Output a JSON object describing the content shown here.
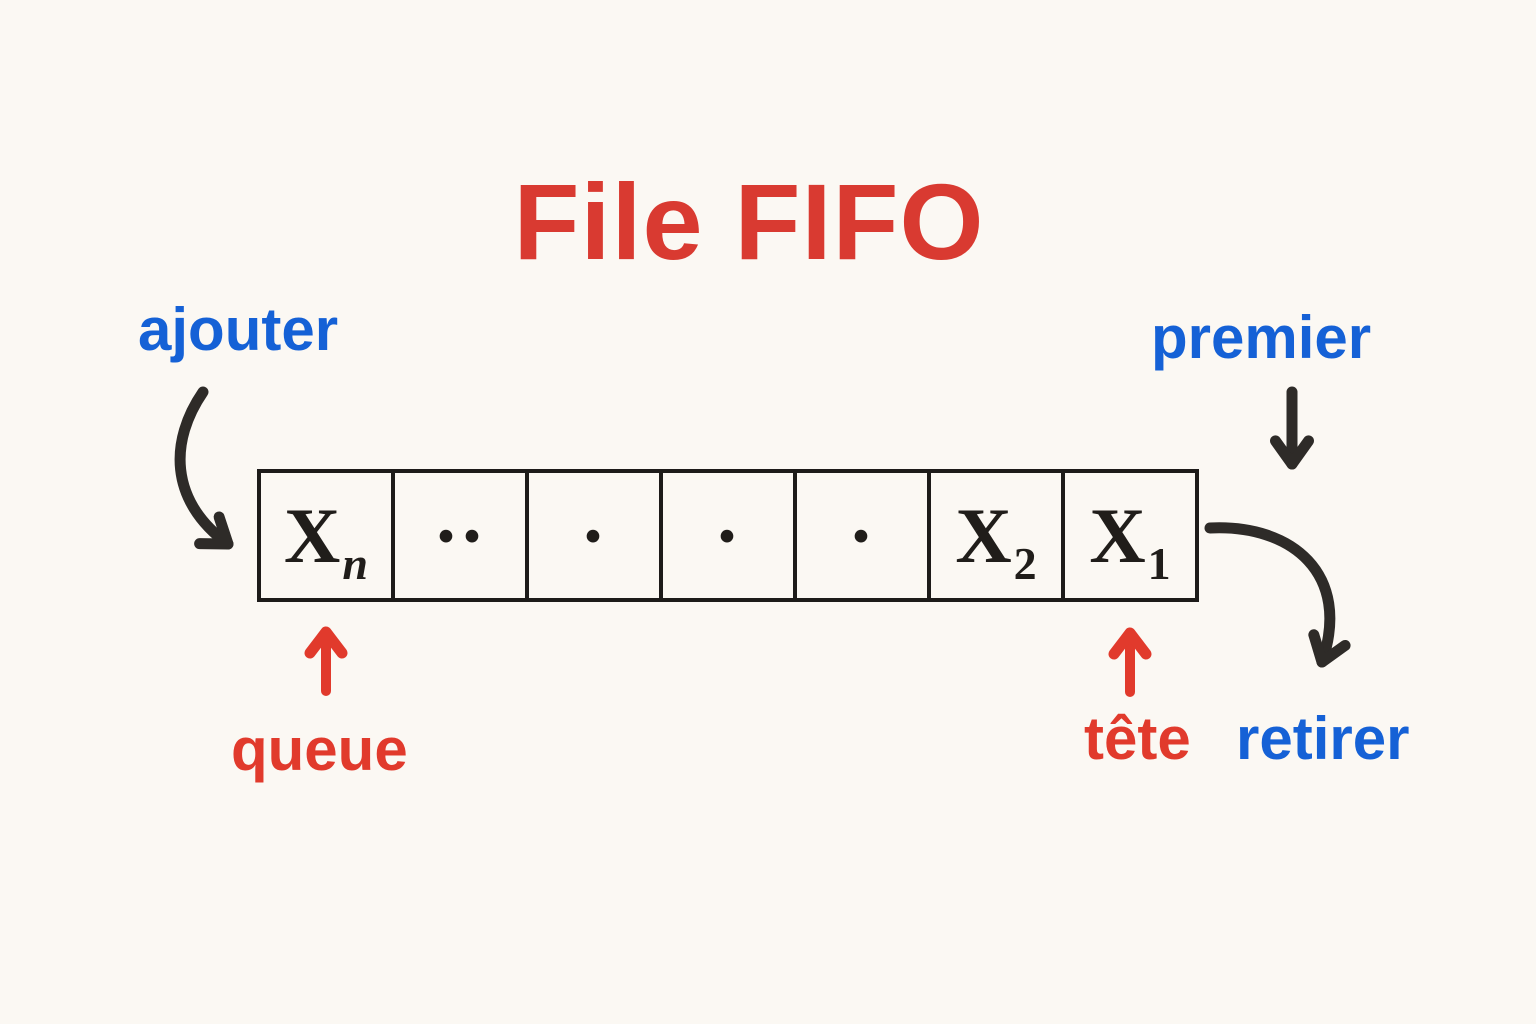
{
  "title": "File FIFO",
  "labels": {
    "add": "ajouter",
    "first": "premier",
    "remove": "retirer",
    "tail": "queue",
    "head": "tête"
  },
  "queue": {
    "cells": [
      {
        "main": "X",
        "sub": "n"
      },
      {
        "main": "··",
        "sub": ""
      },
      {
        "main": "·",
        "sub": ""
      },
      {
        "main": "·",
        "sub": ""
      },
      {
        "main": "·",
        "sub": ""
      },
      {
        "main": "X",
        "sub": "2"
      },
      {
        "main": "X",
        "sub": "1"
      }
    ]
  },
  "colors": {
    "background": "#fbf8f3",
    "title_red": "#d93a31",
    "label_blue": "#1561d6",
    "label_red": "#e13a2c",
    "arrow_ink": "#2e2b28",
    "box_border": "#1d1b19",
    "cell_text": "#201d1a"
  }
}
